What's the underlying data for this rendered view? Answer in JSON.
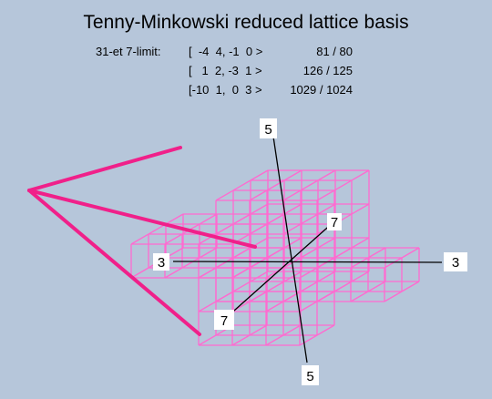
{
  "title": "Tenny-Minkowski reduced lattice basis",
  "tuning_label": "31-et 7-limit:",
  "basis": [
    {
      "monzo": "[  -4  4, -1  0 >",
      "ratio": "81 / 80"
    },
    {
      "monzo": "[   1  2, -3  1 >",
      "ratio": "126 / 125"
    },
    {
      "monzo": "[-10  1,  0  3 >",
      "ratio": "1029 / 1024"
    }
  ],
  "axis_labels": {
    "five_top": "5",
    "five_bottom": "5",
    "three_left": "3",
    "three_right": "3",
    "seven_upper": "7",
    "seven_lower": "7"
  },
  "colors": {
    "background": "#b6c6da",
    "lattice": "#ff6ad0",
    "vectors": "#f0208a",
    "axes": "#000000",
    "label_box": "#ffffff"
  }
}
